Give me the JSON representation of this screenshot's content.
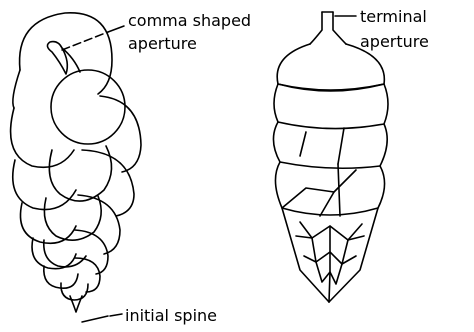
{
  "labels": {
    "comma_line1": "comma shaped",
    "comma_line2": "aperture",
    "terminal_line1": "terminal",
    "terminal_line2": "aperture",
    "spine": "initial spine"
  },
  "ink_color": "#000000"
}
